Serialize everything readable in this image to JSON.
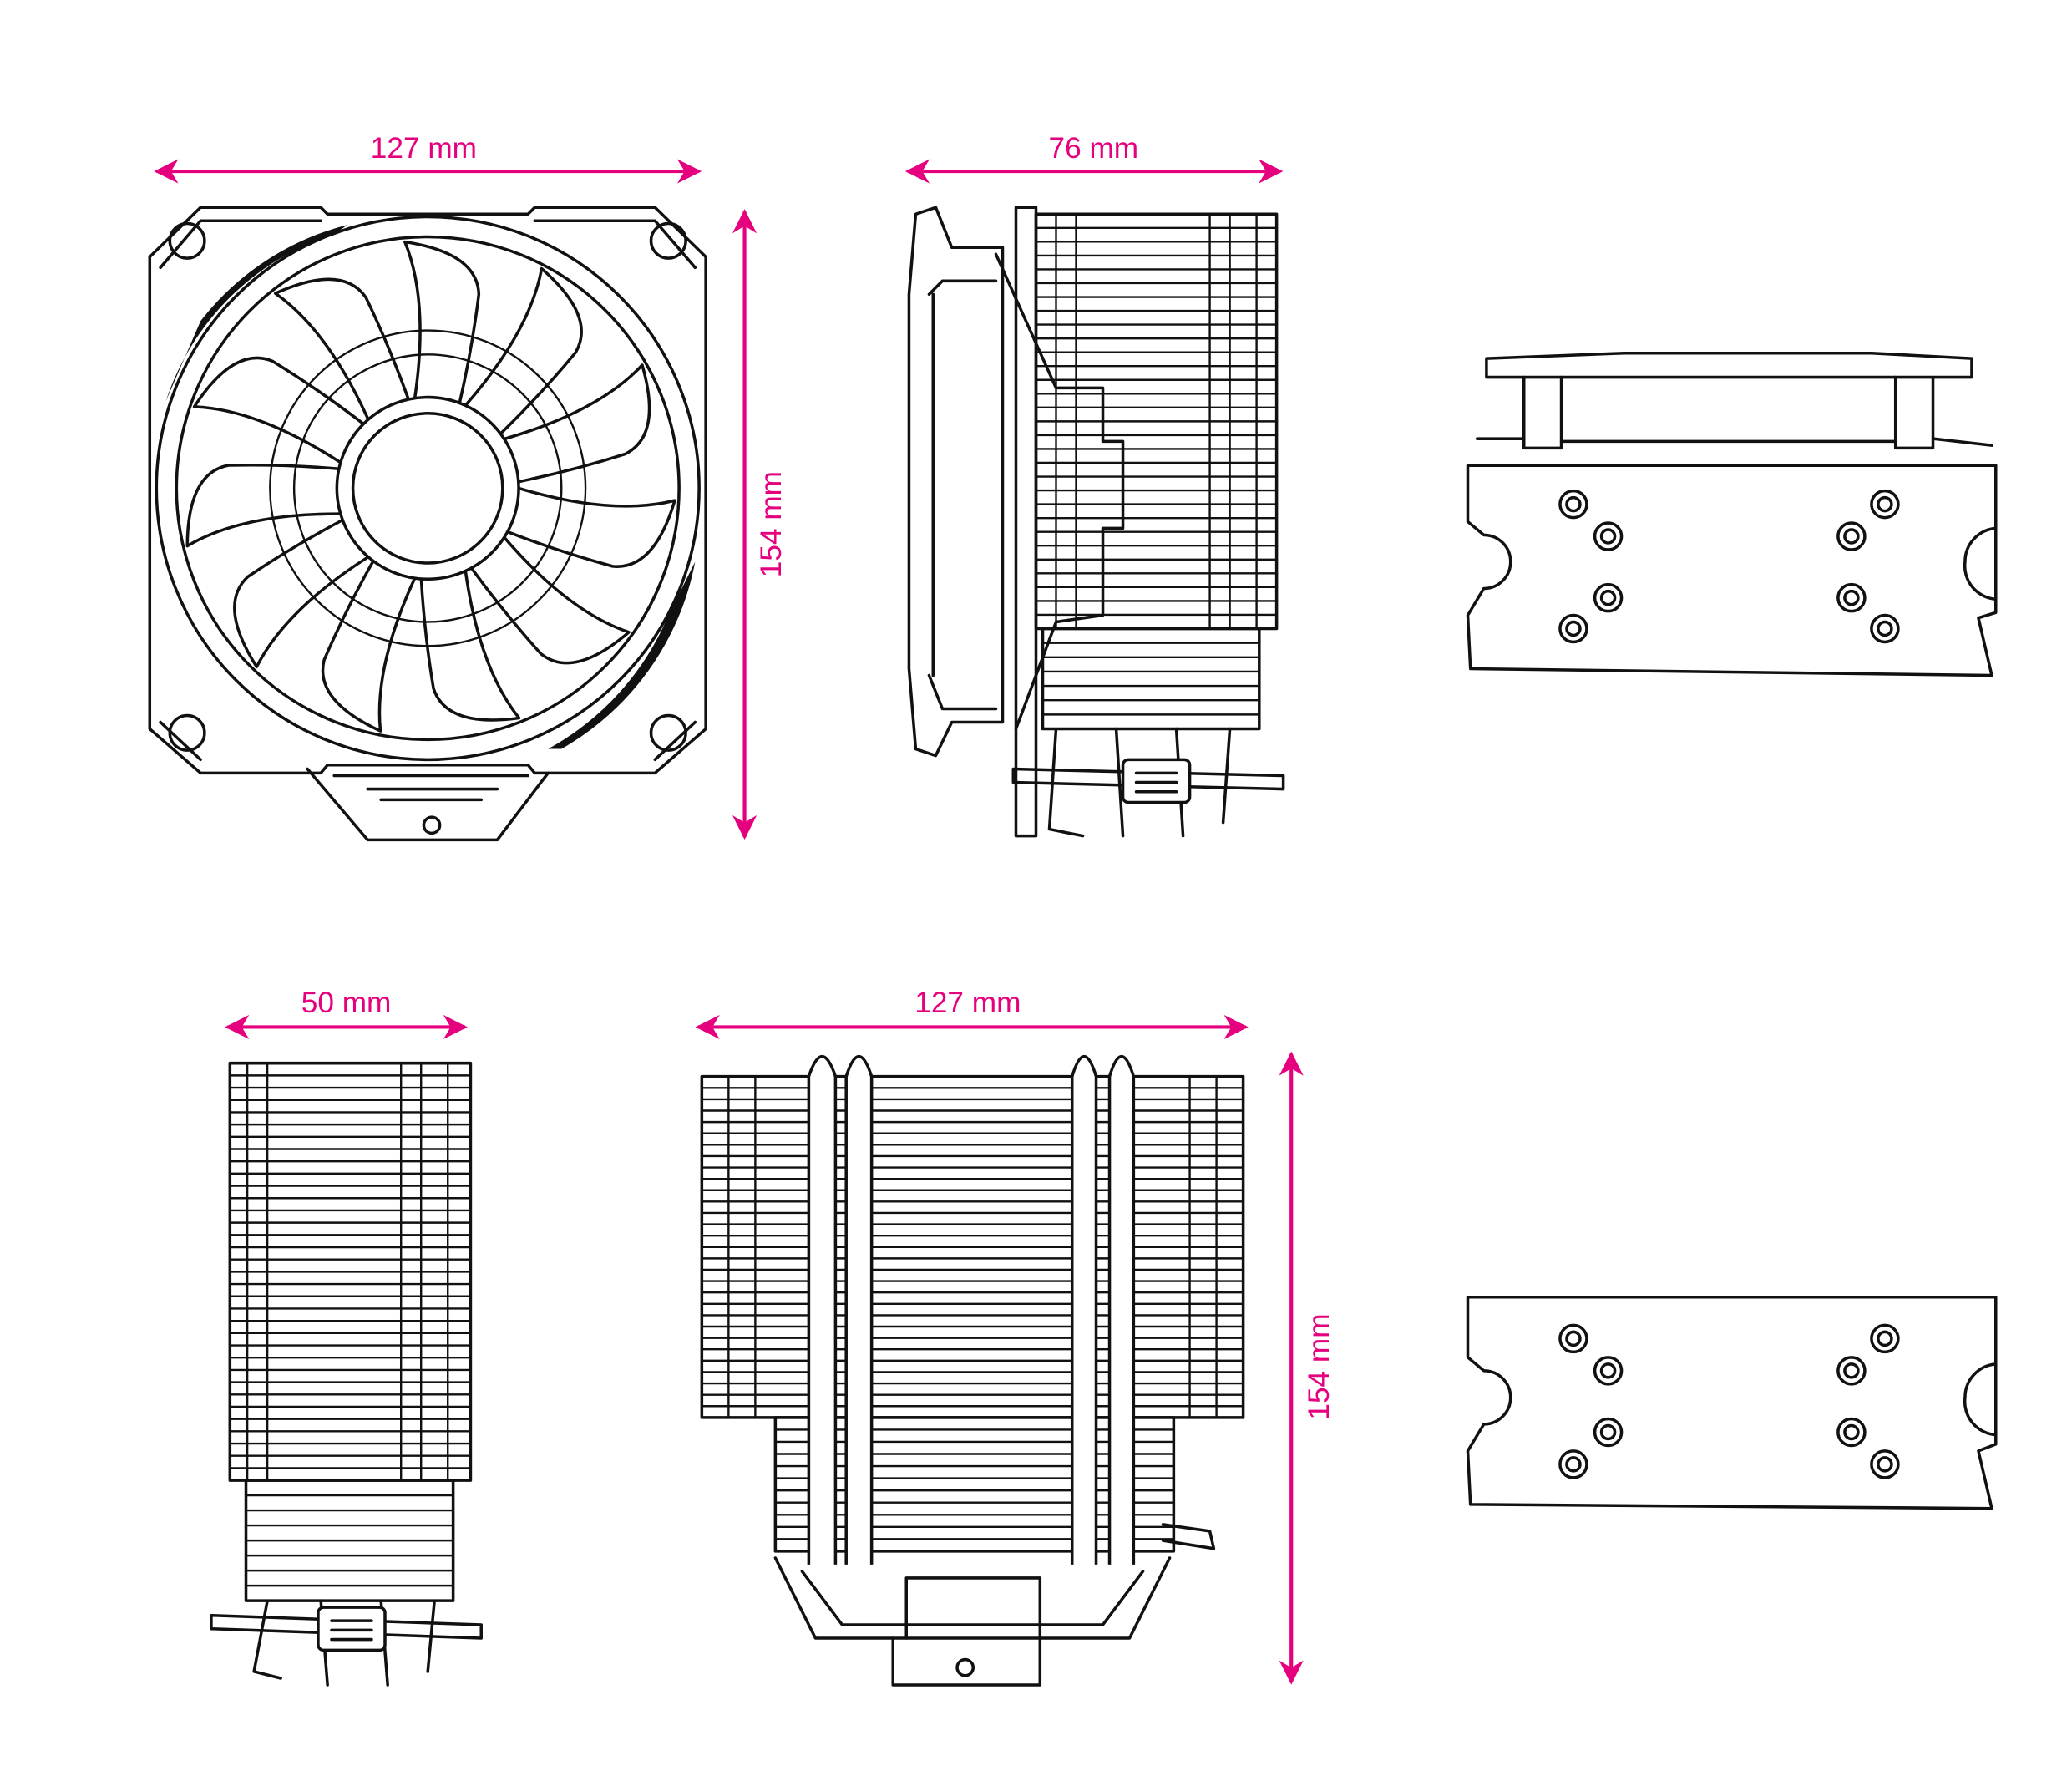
{
  "colors": {
    "dimension": "#e5007e",
    "line": "#111111"
  },
  "dimensions": {
    "front_width": "127 mm",
    "side_depth": "76 mm",
    "front_height": "154 mm",
    "heatsink_depth": "50 mm",
    "heatsink_width": "127 mm",
    "heatsink_height": "154 mm"
  }
}
